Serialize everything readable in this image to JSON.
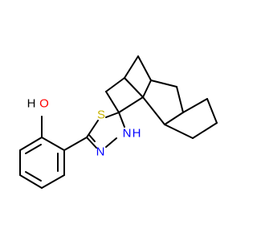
{
  "molecule": {
    "colors": {
      "bond": "#000000",
      "oxygen": "#ff0000",
      "sulfur": "#c8b400",
      "nitrogen": "#0000ff",
      "hydrogen_on_oxygen": "#000000"
    },
    "labels": {
      "hydroxyl_h": "H",
      "hydroxyl_o": "O",
      "sulfur": "S",
      "amine_n": "N",
      "amine_h": "H",
      "imine_n": "N"
    }
  }
}
